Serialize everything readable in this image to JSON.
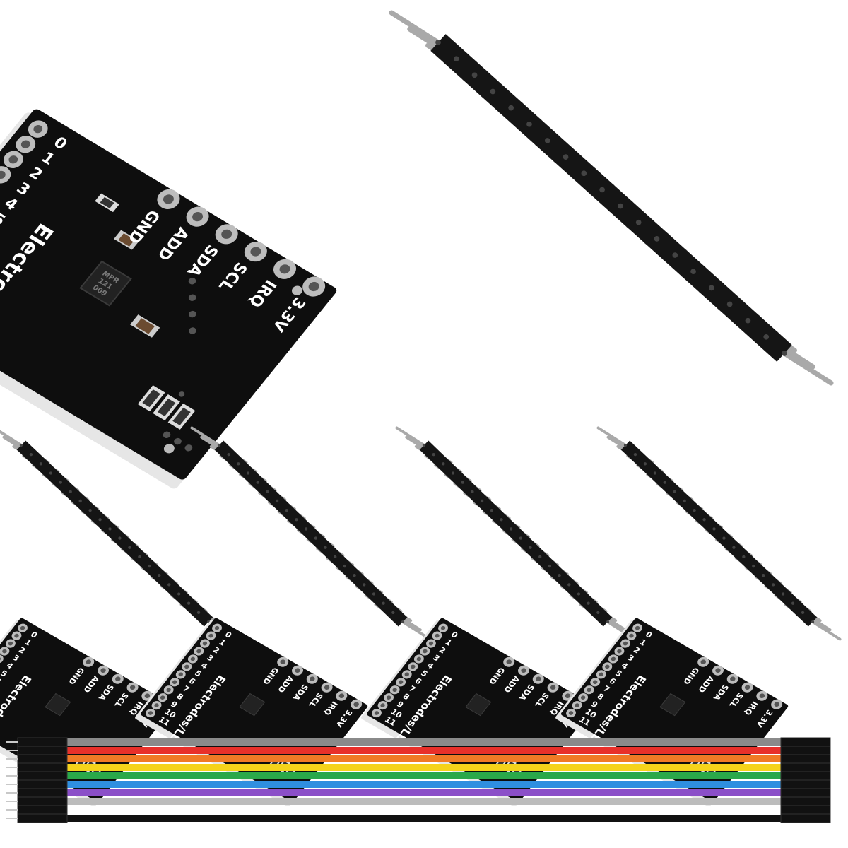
{
  "board": {
    "right_labels": [
      "GND",
      "ADD",
      "SDA",
      "SCL",
      "IRQ",
      "3.3V"
    ],
    "left_labels": [
      "0",
      "1",
      "2",
      "3",
      "4",
      "5",
      "6",
      "7",
      "8",
      "9",
      "10",
      "11"
    ],
    "silkscreen": "Electrodes/LEDs",
    "chip_marking": [
      "MPR",
      "121",
      "009"
    ]
  },
  "colors": {
    "pcb": "#0e0e0e",
    "pcb_edge": "#e8e8e8",
    "pad": "#bdbdbd",
    "header_plastic": "#151515",
    "pin_metal": "#a9a9a9",
    "wires": [
      "#8a8a8a",
      "#e8302a",
      "#f07a25",
      "#f5d31a",
      "#2aa84a",
      "#2f8fe0",
      "#8b4fc8",
      "#bcbcbc",
      "#ffffff",
      "#111111"
    ]
  },
  "icons": {
    "board": "pcb-board-icon",
    "header": "pin-header-icon",
    "cable": "jumper-cable-icon"
  }
}
